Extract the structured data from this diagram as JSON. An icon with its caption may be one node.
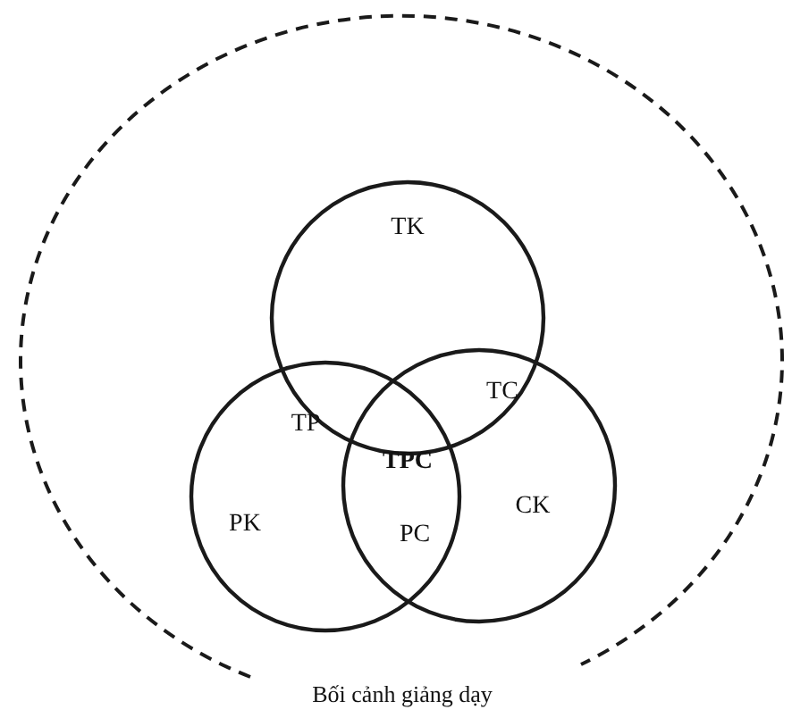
{
  "diagram": {
    "nodes": [
      {
        "text": [
          "Bối cảnh giảng dạy"
        ]
      },
      {
        "text": [
          "TK"
        ],
        "in": 0
      },
      {
        "text": [
          "PK"
        ],
        "in": 0
      },
      {
        "text": [
          "CK"
        ],
        "in": 0
      }
    ],
    "labels": [
      "TC",
      "TP",
      "TPC",
      "PC"
    ]
  }
}
